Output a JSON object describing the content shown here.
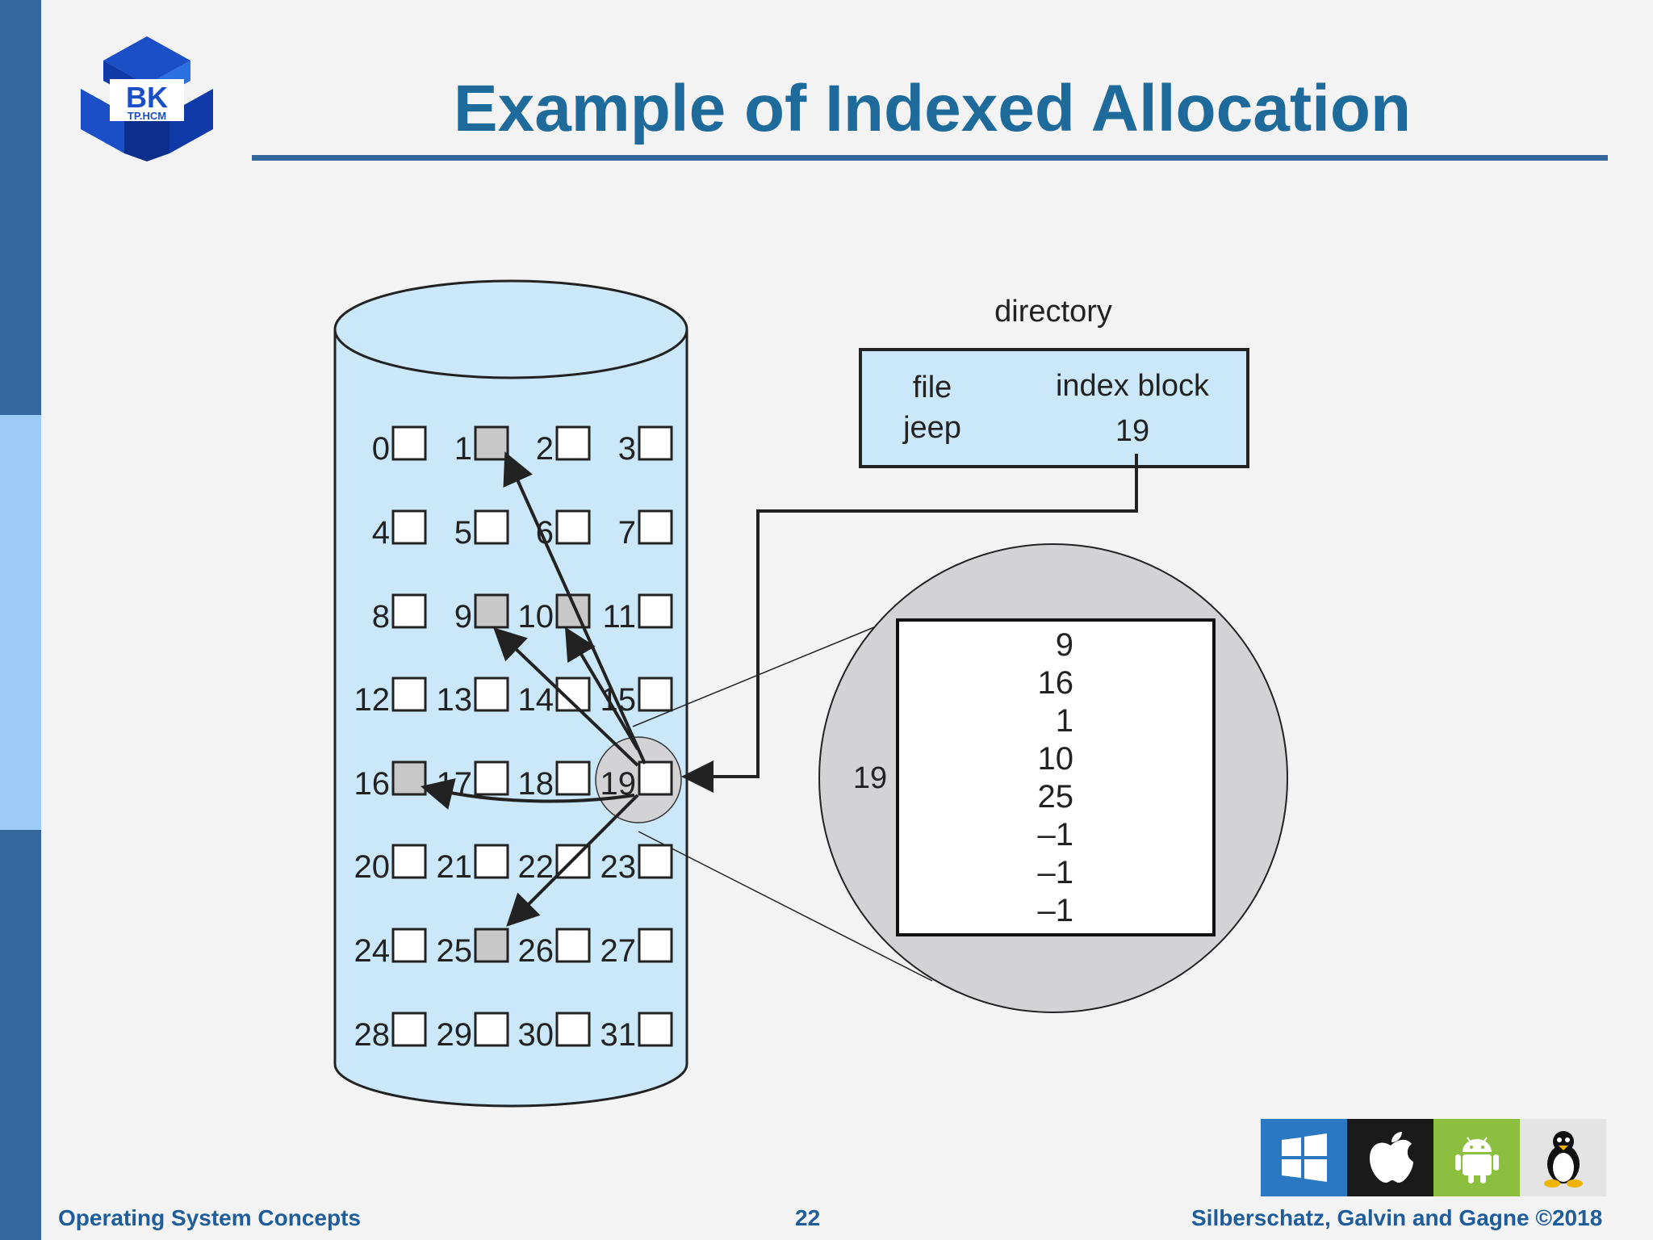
{
  "slide": {
    "title": "Example of Indexed Allocation",
    "logo_text": "BK",
    "logo_subtext": "TP.HCM"
  },
  "diagram": {
    "blocks": [
      {
        "num": "0",
        "allocated": false
      },
      {
        "num": "1",
        "allocated": true
      },
      {
        "num": "2",
        "allocated": false
      },
      {
        "num": "3",
        "allocated": false
      },
      {
        "num": "4",
        "allocated": false
      },
      {
        "num": "5",
        "allocated": false
      },
      {
        "num": "6",
        "allocated": false
      },
      {
        "num": "7",
        "allocated": false
      },
      {
        "num": "8",
        "allocated": false
      },
      {
        "num": "9",
        "allocated": true
      },
      {
        "num": "10",
        "allocated": true
      },
      {
        "num": "11",
        "allocated": false
      },
      {
        "num": "12",
        "allocated": false
      },
      {
        "num": "13",
        "allocated": false
      },
      {
        "num": "14",
        "allocated": false
      },
      {
        "num": "15",
        "allocated": false
      },
      {
        "num": "16",
        "allocated": true
      },
      {
        "num": "17",
        "allocated": false
      },
      {
        "num": "18",
        "allocated": false
      },
      {
        "num": "19",
        "allocated": false
      },
      {
        "num": "20",
        "allocated": false
      },
      {
        "num": "21",
        "allocated": false
      },
      {
        "num": "22",
        "allocated": false
      },
      {
        "num": "23",
        "allocated": false
      },
      {
        "num": "24",
        "allocated": false
      },
      {
        "num": "25",
        "allocated": true
      },
      {
        "num": "26",
        "allocated": false
      },
      {
        "num": "27",
        "allocated": false
      },
      {
        "num": "28",
        "allocated": false
      },
      {
        "num": "29",
        "allocated": false
      },
      {
        "num": "30",
        "allocated": false
      },
      {
        "num": "31",
        "allocated": false
      }
    ],
    "index_block_number": "19",
    "arrow_targets": [
      "9",
      "16",
      "1",
      "10",
      "25"
    ],
    "directory": {
      "label": "directory",
      "col_file": "file",
      "col_index": "index block",
      "file_name": "jeep",
      "index_block": "19"
    },
    "zoom_label": "19",
    "index_entries": [
      "9",
      "16",
      "1",
      "10",
      "25",
      "–1",
      "–1",
      "–1"
    ]
  },
  "colors": {
    "cylinder_fill": "#cae8f9",
    "directory_fill": "#cae8f9",
    "allocated_block": "#c8c8c8",
    "zoom_fill": "#d3d3d5",
    "title": "#1e6a9b",
    "accent_bar": "#35679f",
    "footer_text": "#1f5c9a"
  },
  "os_logos": [
    "windows-icon",
    "apple-icon",
    "android-icon",
    "linux-icon"
  ],
  "footer": {
    "left": "Operating System Concepts",
    "center": "22",
    "right": "Silberschatz, Galvin and Gagne ©2018"
  }
}
